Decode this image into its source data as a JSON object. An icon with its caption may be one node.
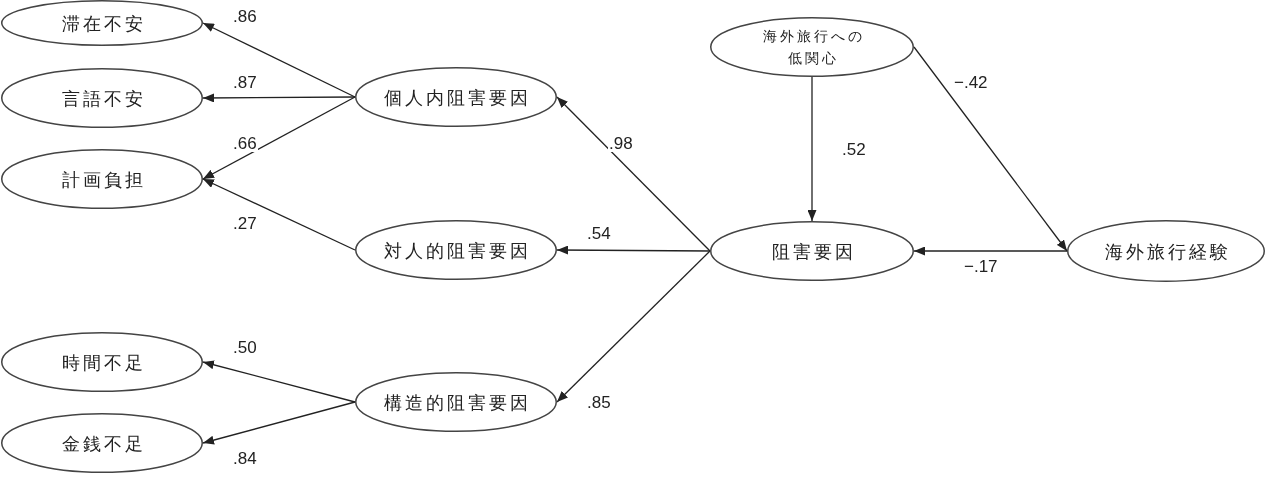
{
  "diagram": {
    "nodes": [
      {
        "text": [
          "滞在不安"
        ]
      },
      {
        "text": [
          "言語不安"
        ]
      },
      {
        "text": [
          "計画負担"
        ]
      },
      {
        "text": [
          "時間不足"
        ]
      },
      {
        "text": [
          "金銭不足"
        ]
      },
      {
        "text": [
          "個人内阻害要因"
        ]
      },
      {
        "text": [
          "対人的阻害要因"
        ]
      },
      {
        "text": [
          "構造的阻害要因"
        ]
      },
      {
        "text": [
          "海外旅行への低関心"
        ]
      },
      {
        "text": [
          "阻害要因"
        ]
      },
      {
        "text": [
          "海外旅行経験"
        ]
      }
    ],
    "edges": [
      {
        "from": 5,
        "to": 0,
        "arrow": "to",
        "label": ".86"
      },
      {
        "from": 5,
        "to": 1,
        "arrow": "to",
        "label": ".87"
      },
      {
        "from": 5,
        "to": 2,
        "arrow": "to",
        "label": ".66"
      },
      {
        "from": 6,
        "to": 2,
        "arrow": "to",
        "label": ".27"
      },
      {
        "from": 7,
        "to": 3,
        "arrow": "to",
        "label": ".50"
      },
      {
        "from": 7,
        "to": 4,
        "arrow": "to",
        "label": ".84"
      },
      {
        "from": 9,
        "to": 5,
        "arrow": "to",
        "label": ".98"
      },
      {
        "from": 9,
        "to": 6,
        "arrow": "to",
        "label": ".54"
      },
      {
        "from": 9,
        "to": 7,
        "arrow": "to",
        "label": ".85"
      },
      {
        "from": 8,
        "to": 9,
        "arrow": "to",
        "label": ".52"
      },
      {
        "from": 8,
        "to": 10,
        "arrow": "to",
        "label": "−.42"
      },
      {
        "from": 10,
        "to": 9,
        "arrow": "to",
        "label": "−.17"
      }
    ]
  }
}
